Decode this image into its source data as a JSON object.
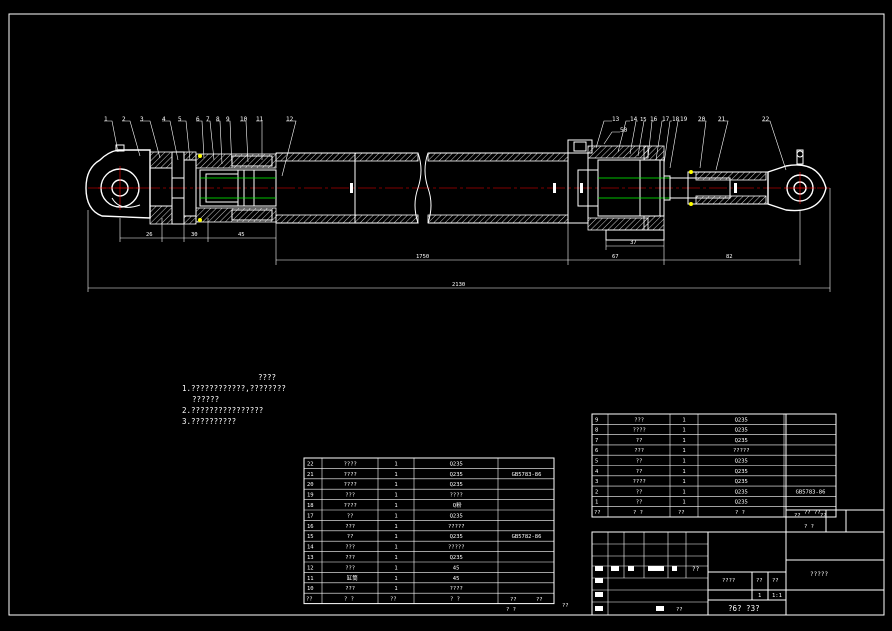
{
  "drawing": {
    "part_balloons": [
      {
        "id": "balloon-1",
        "label": "1"
      },
      {
        "id": "balloon-2",
        "label": "2"
      },
      {
        "id": "balloon-3",
        "label": "3"
      },
      {
        "id": "balloon-4",
        "label": "4"
      },
      {
        "id": "balloon-5",
        "label": "5"
      },
      {
        "id": "balloon-6",
        "label": "6"
      },
      {
        "id": "balloon-7",
        "label": "7"
      },
      {
        "id": "balloon-8",
        "label": "8"
      },
      {
        "id": "balloon-9",
        "label": "9"
      },
      {
        "id": "balloon-10",
        "label": "10"
      },
      {
        "id": "balloon-11",
        "label": "11"
      },
      {
        "id": "balloon-12",
        "label": "12"
      },
      {
        "id": "balloon-13",
        "label": "13"
      },
      {
        "id": "balloon-14",
        "label": "14"
      },
      {
        "id": "balloon-15",
        "label": "15"
      },
      {
        "id": "balloon-16",
        "label": "16"
      },
      {
        "id": "balloon-17",
        "label": "17"
      },
      {
        "id": "balloon-18",
        "label": "18"
      },
      {
        "id": "balloon-19",
        "label": "19"
      },
      {
        "id": "balloon-20",
        "label": "20"
      },
      {
        "id": "balloon-21",
        "label": "21"
      },
      {
        "id": "balloon-22",
        "label": "22"
      },
      {
        "id": "balloon-50",
        "label": "50"
      }
    ],
    "dimensions": {
      "d26": "26",
      "d30": "30",
      "d45": "45",
      "d1750": "1750",
      "d67": "67",
      "d37": "37",
      "d82": "82",
      "d2130": "2130"
    }
  },
  "notes": {
    "title": "????",
    "lines": [
      "1.????????????,????????",
      "??????",
      "2.????????????????",
      "3.??????????"
    ]
  },
  "bom_left": {
    "rows": [
      {
        "no": "22",
        "name": "????",
        "qty": "1",
        "mat": "Q235",
        "std": ""
      },
      {
        "no": "21",
        "name": "????",
        "qty": "1",
        "mat": "Q235",
        "std": "GB5783-86"
      },
      {
        "no": "20",
        "name": "????",
        "qty": "1",
        "mat": "Q235",
        "std": ""
      },
      {
        "no": "19",
        "name": "???",
        "qty": "1",
        "mat": "????",
        "std": ""
      },
      {
        "no": "18",
        "name": "????",
        "qty": "1",
        "mat": "Q粉",
        "std": ""
      },
      {
        "no": "17",
        "name": "??",
        "qty": "1",
        "mat": "Q235",
        "std": ""
      },
      {
        "no": "16",
        "name": "???",
        "qty": "1",
        "mat": "?????",
        "std": ""
      },
      {
        "no": "15",
        "name": "??",
        "qty": "1",
        "mat": "Q235",
        "std": "GB5782-86"
      },
      {
        "no": "14",
        "name": "???",
        "qty": "1",
        "mat": "?????",
        "std": ""
      },
      {
        "no": "13",
        "name": "???",
        "qty": "1",
        "mat": "Q235",
        "std": ""
      },
      {
        "no": "12",
        "name": "???",
        "qty": "1",
        "mat": "45",
        "std": ""
      },
      {
        "no": "11",
        "name": "缸筒",
        "qty": "1",
        "mat": "45",
        "std": ""
      },
      {
        "no": "10",
        "name": "???",
        "qty": "1",
        "mat": "????",
        "std": ""
      }
    ],
    "header": {
      "no": "??",
      "name": "?  ?",
      "qty": "??",
      "mat": "?  ?",
      "std": ""
    }
  },
  "bom_right": {
    "rows": [
      {
        "no": "9",
        "name": "???",
        "qty": "1",
        "mat": "Q235",
        "std": ""
      },
      {
        "no": "8",
        "name": "????",
        "qty": "1",
        "mat": "Q235",
        "std": ""
      },
      {
        "no": "7",
        "name": "??",
        "qty": "1",
        "mat": "Q235",
        "std": ""
      },
      {
        "no": "6",
        "name": "???",
        "qty": "1",
        "mat": "?????",
        "std": ""
      },
      {
        "no": "5",
        "name": "??",
        "qty": "1",
        "mat": "Q235",
        "std": ""
      },
      {
        "no": "4",
        "name": "??",
        "qty": "1",
        "mat": "Q235",
        "std": ""
      },
      {
        "no": "3",
        "name": "????",
        "qty": "1",
        "mat": "Q235",
        "std": ""
      },
      {
        "no": "2",
        "name": "??",
        "qty": "1",
        "mat": "Q235",
        "std": "GB5783-86"
      },
      {
        "no": "1",
        "name": "??",
        "qty": "1",
        "mat": "Q235",
        "std": ""
      }
    ],
    "header": {
      "no": "??",
      "name": "?  ?",
      "qty": "??",
      "mat": "?  ?",
      "std": "??  ??"
    },
    "header_extra": "?  ?"
  },
  "title_block": {
    "drawing_title": "?????",
    "col_labels": [
      "????",
      "??",
      "??"
    ],
    "sheet_no": "1",
    "scale": "1:1",
    "bottom_labels": [
      "?  ?",
      "?  ?",
      "??"
    ],
    "footer": "?6?  ?3?",
    "sign_labels": [
      "??",
      "??",
      "??"
    ]
  }
}
